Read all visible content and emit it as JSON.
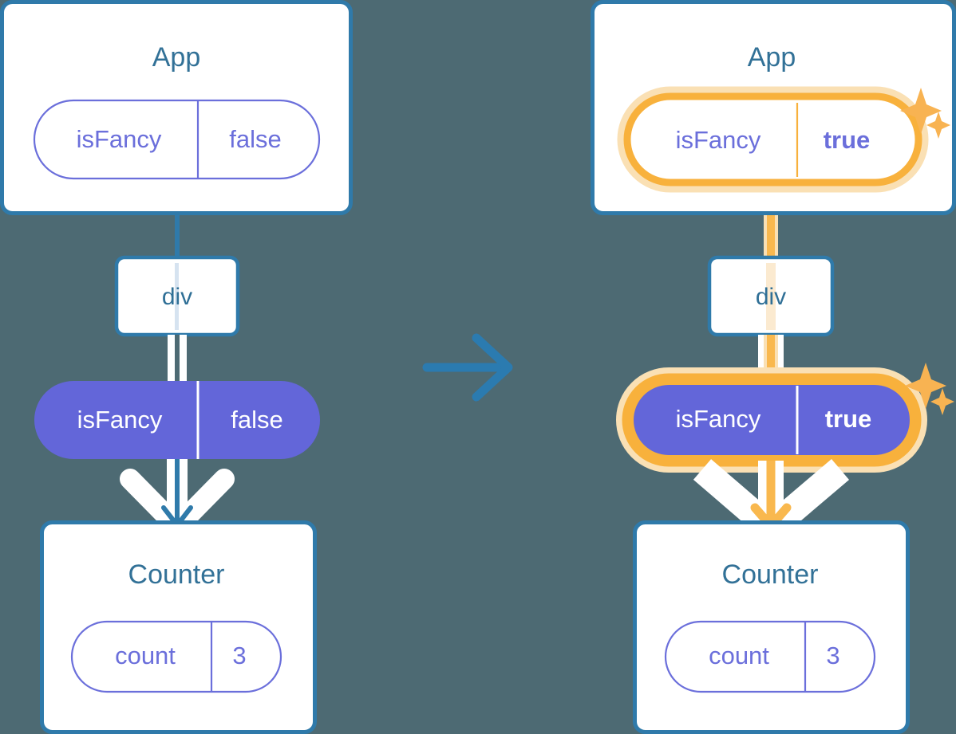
{
  "meta": {
    "title": "React state flow diagram: before and after lifting state up",
    "background_color": "#4d6a73"
  },
  "colors": {
    "card_border": "#2f7aaa",
    "card_fill": "#ffffff",
    "title_text": "#327197",
    "pill_outline_stroke": "#6b6fdb",
    "pill_outline_text": "#6b6fdb",
    "pill_solid_fill": "#6366d9",
    "pill_solid_text": "#ffffff",
    "highlight_ring": "#f8b13c",
    "highlight_glow": "#fae0b4",
    "highlight_arrow": "#f9b84e",
    "sparkle": "#f8b352",
    "connector_blue": "#2f7aaa",
    "connector_white": "#ffffff",
    "transition_arrow": "#2b7bb0"
  },
  "transition": {
    "icon": "right-arrow-icon",
    "direction": "right"
  },
  "panels": [
    {
      "id": "before",
      "highlighted": false,
      "app_card": {
        "title": "App",
        "pill": {
          "key": "isFancy",
          "value": "false",
          "style": "outline",
          "bold_value": false,
          "highlighted": false
        }
      },
      "div_node": {
        "label": "div"
      },
      "prop_pill": {
        "key": "isFancy",
        "value": "false",
        "style": "solid",
        "bold_value": false,
        "highlighted": false
      },
      "counter_card": {
        "title": "Counter",
        "pill": {
          "key": "count",
          "value": "3",
          "style": "outline",
          "bold_value": false,
          "highlighted": false
        }
      },
      "sparkles": []
    },
    {
      "id": "after",
      "highlighted": true,
      "app_card": {
        "title": "App",
        "pill": {
          "key": "isFancy",
          "value": "true",
          "style": "outline",
          "bold_value": true,
          "highlighted": true
        }
      },
      "div_node": {
        "label": "div"
      },
      "prop_pill": {
        "key": "isFancy",
        "value": "true",
        "style": "solid",
        "bold_value": true,
        "highlighted": true
      },
      "counter_card": {
        "title": "Counter",
        "pill": {
          "key": "count",
          "value": "3",
          "style": "outline",
          "bold_value": false,
          "highlighted": false
        }
      },
      "sparkles": [
        {
          "name": "sparkle-app-pill"
        },
        {
          "name": "sparkle-prop-pill"
        }
      ]
    }
  ]
}
